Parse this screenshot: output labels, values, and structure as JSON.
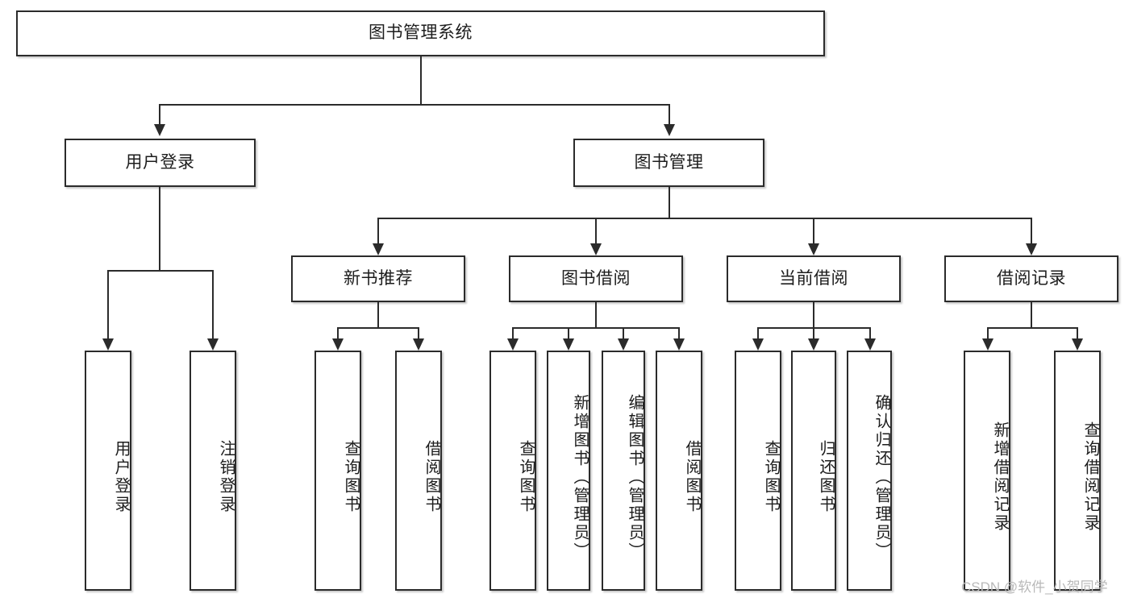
{
  "diagram": {
    "title": "图书管理系统",
    "root": {
      "label": "图书管理系统",
      "name": "node-library-management-system"
    },
    "level2": [
      {
        "label": "用户登录",
        "name": "node-user-login"
      },
      {
        "label": "图书管理",
        "name": "node-book-management"
      }
    ],
    "level3": [
      {
        "label": "新书推荐",
        "name": "node-new-book-recommend"
      },
      {
        "label": "图书借阅",
        "name": "node-book-borrow"
      },
      {
        "label": "当前借阅",
        "name": "node-current-borrow"
      },
      {
        "label": "借阅记录",
        "name": "node-borrow-records"
      }
    ],
    "leaves": [
      {
        "label": "用户登录",
        "name": "leaf-user-login",
        "parent": "用户登录"
      },
      {
        "label": "注销登录",
        "name": "leaf-user-logout",
        "parent": "用户登录"
      },
      {
        "label": "查询图书",
        "name": "leaf-query-book-recommend",
        "parent": "新书推荐"
      },
      {
        "label": "借阅图书",
        "name": "leaf-borrow-book-recommend",
        "parent": "新书推荐"
      },
      {
        "label": "查询图书",
        "name": "leaf-query-book-borrow",
        "parent": "图书借阅"
      },
      {
        "label": "新增图书（管理员）",
        "name": "leaf-add-book-admin",
        "parent": "图书借阅"
      },
      {
        "label": "编辑图书（管理员）",
        "name": "leaf-edit-book-admin",
        "parent": "图书借阅"
      },
      {
        "label": "借阅图书",
        "name": "leaf-borrow-book",
        "parent": "图书借阅"
      },
      {
        "label": "查询图书",
        "name": "leaf-query-book-current",
        "parent": "当前借阅"
      },
      {
        "label": "归还图书",
        "name": "leaf-return-book",
        "parent": "当前借阅"
      },
      {
        "label": "确认归还（管理员）",
        "name": "leaf-confirm-return-admin",
        "parent": "当前借阅"
      },
      {
        "label": "新增借阅记录",
        "name": "leaf-add-borrow-record",
        "parent": "借阅记录"
      },
      {
        "label": "查询借阅记录",
        "name": "leaf-query-borrow-record",
        "parent": "借阅记录"
      }
    ]
  },
  "watermark": {
    "text": "CSDN @软件_小贺同学"
  },
  "colors": {
    "stroke": "#2b2b2b",
    "fill": "#ffffff",
    "text": "#1d1d1d",
    "watermark": "#b9b9b9"
  }
}
